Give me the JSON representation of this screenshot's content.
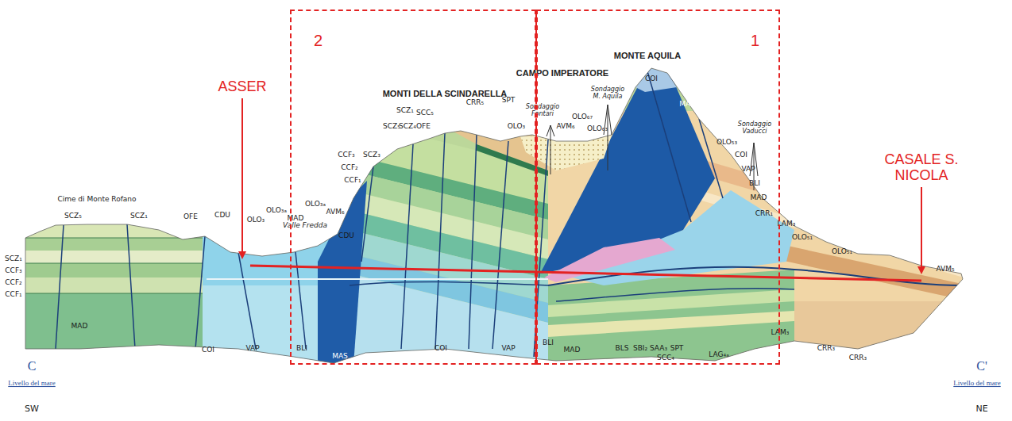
{
  "diagram": {
    "nodes": [
      {
        "text": [
          "2"
        ]
      },
      {
        "text": [
          "1"
        ]
      }
    ],
    "labels": [
      "ASSER",
      "CASALE S. NICOLA",
      "MONTI DELLA SCINDARELLA",
      "CAMPO IMPERATORE",
      "MONTE AQUILA",
      "Cime di Monte Rofano",
      "Valle Fredda",
      "Sondaggio Fontari",
      "Sondaggio M. Aquila",
      "Sondaggio Vaducci",
      "SCZ₅",
      "SCZ₁",
      "OFE",
      "CDU",
      "SCZ₁",
      "CCF₃",
      "CCF₂",
      "CCF₁",
      "MAD",
      "COI",
      "VAP",
      "OLO₃",
      "OLO₃ₐ",
      "MAD",
      "OLO₃ₐ",
      "AVM₆",
      "CDU",
      "BLI",
      "MAS",
      "COI",
      "VAP",
      "CCF₃",
      "CCF₂",
      "CCF₁",
      "SCZ₃",
      "SCZ₅",
      "SCZ₄",
      "OFE",
      "SCZ₁",
      "SCC₅",
      "CRR₅",
      "SPT",
      "OLO₃",
      "AVM₆",
      "OLO₆₇",
      "OLO₆₃",
      "COI",
      "MAS",
      "OLO₅₃",
      "COI",
      "VAP",
      "BLI",
      "MAD",
      "CRR₁",
      "LAM₃",
      "OLO₅₁",
      "OLO₅₁",
      "AVM₅",
      "BLI",
      "MAD",
      "BLS",
      "SBI₂",
      "SAA₃",
      "SPT",
      "SCC₄",
      "LAG₄ₐ",
      "LAM₃",
      "CRR₃",
      "CRR₃",
      "C",
      "Livello del mare",
      "SW",
      "C'",
      "Livello del mare",
      "NE"
    ]
  }
}
